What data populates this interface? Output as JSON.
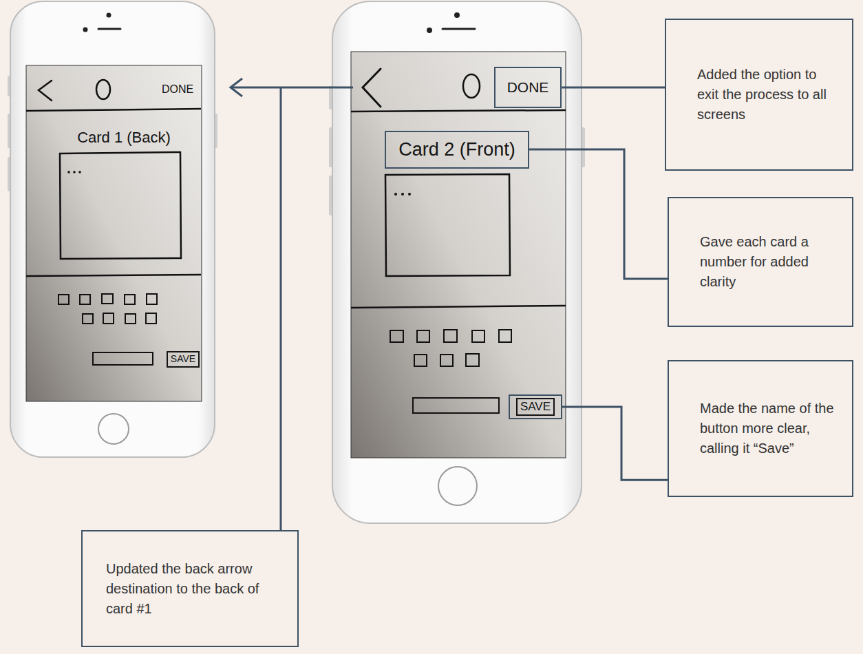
{
  "diagram": {
    "nodes": [
      {
        "text": [
          "DONE"
        ]
      },
      {
        "text": [
          "Added the option to exit the process to all screens"
        ]
      },
      {
        "text": [
          "Card 2 (Front)"
        ]
      },
      {
        "text": [
          "Gave each card a number for added clarity"
        ]
      },
      {
        "text": [
          "SAVE"
        ]
      },
      {
        "text": [
          "Made the name of the button more clear, calling it “Save”"
        ]
      },
      {
        "text": [
          "Updated the back arrow destination to the back of card #1"
        ]
      }
    ],
    "edges": [
      {
        "from": 1,
        "to": 0,
        "arrow": "none"
      },
      {
        "from": 3,
        "to": 2,
        "arrow": "none"
      },
      {
        "from": 5,
        "to": 4,
        "arrow": "none"
      }
    ],
    "labels": [
      "DONE",
      "Card 1 (Back)",
      "SAVE"
    ]
  }
}
